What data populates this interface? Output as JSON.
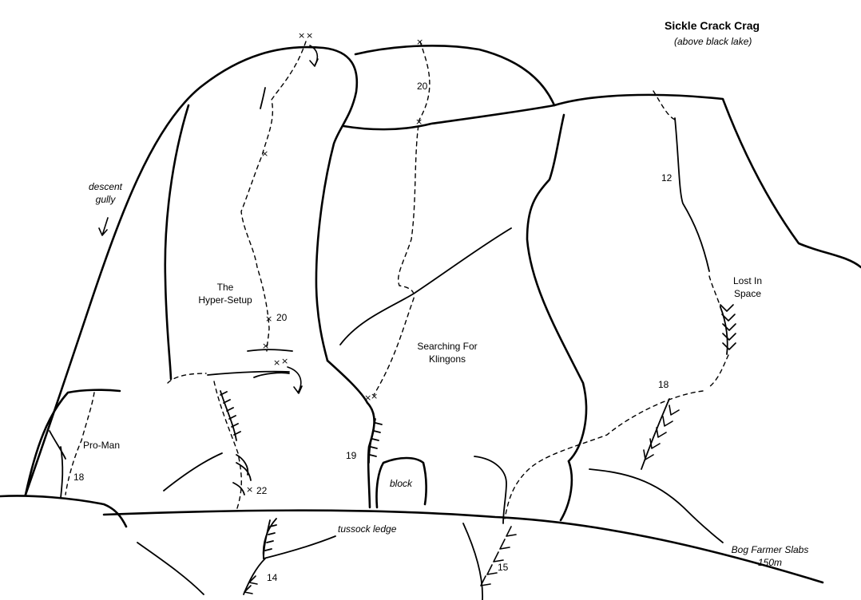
{
  "title": "Sickle Crack Crag",
  "subtitle": "(above black lake)",
  "labels": {
    "descent_line1": "descent",
    "descent_line2": "gully",
    "hyper_line1": "The",
    "hyper_line2": "Hyper-Setup",
    "hyper_grade": "20",
    "grade_22": "22",
    "proman": "Pro-Man",
    "proman_grade": "18",
    "searching_line1": "Searching For",
    "searching_line2": "Klingons",
    "grade_19": "19",
    "block": "block",
    "tussock": "tussock ledge",
    "grade_14": "14",
    "grade_15": "15",
    "top_grade_20": "20",
    "grade_12": "12",
    "lost_line1": "Lost In",
    "lost_line2": "Space",
    "grade_18_right": "18",
    "bog_line1": "Bog Farmer Slabs",
    "bog_line2": "150m"
  }
}
